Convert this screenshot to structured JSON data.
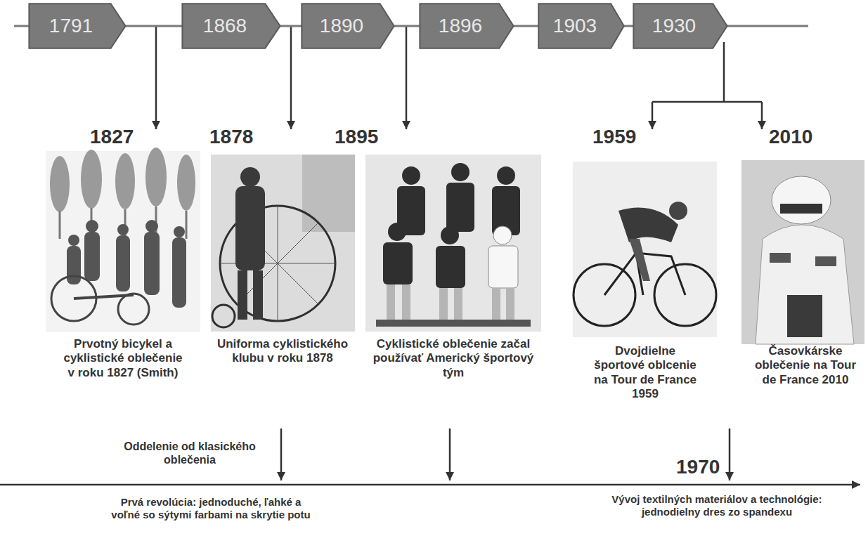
{
  "diagram": {
    "nodes": [
      {
        "text": [
          "1791"
        ]
      },
      {
        "text": [
          "1868"
        ]
      },
      {
        "text": [
          "1890"
        ]
      },
      {
        "text": [
          "1896"
        ]
      },
      {
        "text": [
          "1903"
        ]
      },
      {
        "text": [
          "1930"
        ]
      }
    ],
    "edges": [
      {
        "from": 0,
        "to": 1,
        "arrow": "none"
      },
      {
        "from": 1,
        "to": 2,
        "arrow": "none"
      },
      {
        "from": 2,
        "to": 3,
        "arrow": "none"
      },
      {
        "from": 3,
        "to": 4,
        "arrow": "none"
      },
      {
        "from": 4,
        "to": 5,
        "arrow": "none"
      }
    ],
    "labels": [
      "1827",
      "1878",
      "1895",
      "1959",
      "2010",
      "Prvotný bicykel a cyklistické oblečenie v roku 1827 (Smith)",
      "Uniforma cyklistického klubu v roku 1878",
      "Cyklistické oblečenie začal používať Americký športový tým",
      "Dvojdielne športové oblcenie na Tour de France 1959",
      "Časovkárske oblečenie na Tour de France 2010",
      "Oddelenie od klasického oblečenia",
      "Prvá revolúcia: jednoduché, ľahké a voľné so sýtymi farbami na skrytie potu",
      "1970",
      "Vývoj textilných materiálov a technológie: jednodielny dres zo spandexu"
    ]
  }
}
